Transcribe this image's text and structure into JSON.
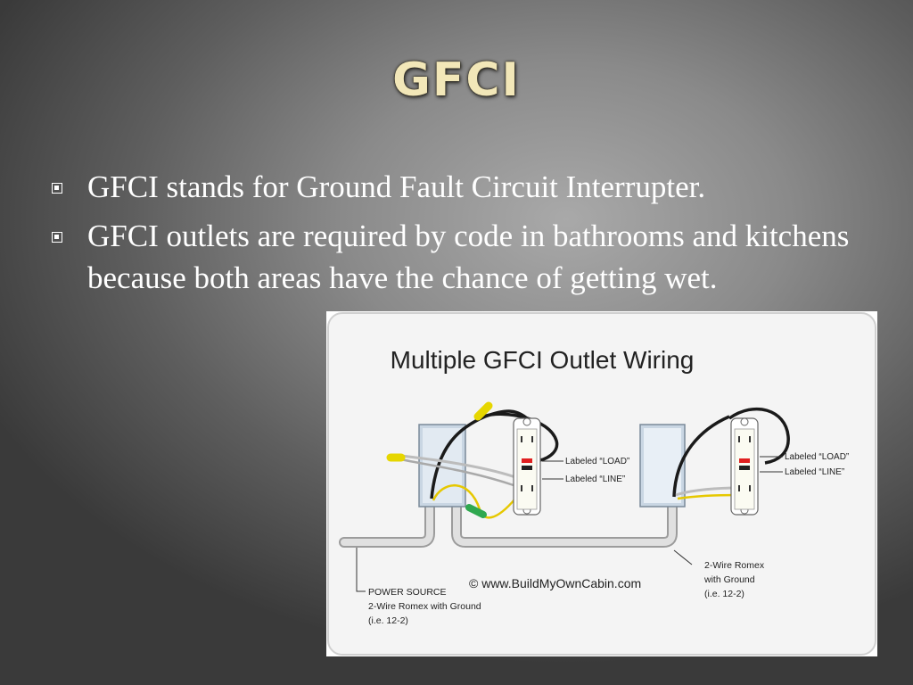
{
  "slide": {
    "title": "GFCI",
    "bullets": [
      "GFCI stands for Ground Fault Circuit Interrupter.",
      "GFCI outlets are required by code in bathrooms and kitchens because both areas have the chance of getting wet."
    ]
  },
  "diagram": {
    "title": "Multiple GFCI Outlet Wiring",
    "label_load_1": "Labeled “LOAD”",
    "label_line_1": "Labeled “LINE”",
    "label_load_2": "Labeled “LOAD”",
    "label_line_2": "Labeled “LINE”",
    "copyright": "© www.BuildMyOwnCabin.com",
    "power_source": "POWER SOURCE",
    "power_cable": "2-Wire Romex with Ground",
    "power_spec": "(i.e. 12-2)",
    "romex_1": "2-Wire Romex",
    "romex_2": "with Ground",
    "romex_3": "(i.e. 12-2)"
  }
}
